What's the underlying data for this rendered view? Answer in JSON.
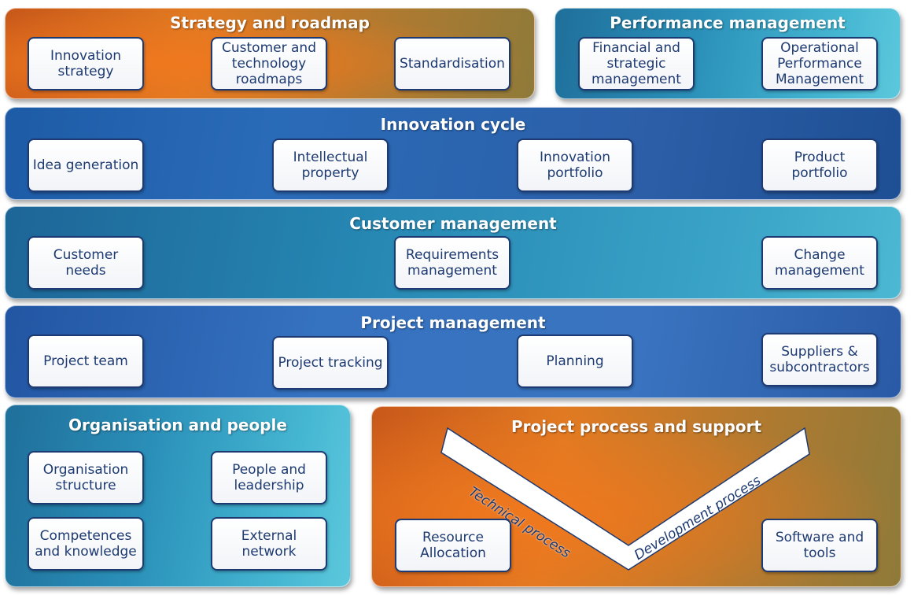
{
  "panels": {
    "strategy": {
      "title": "Strategy and roadmap",
      "items": [
        "Innovation strategy",
        "Customer and technology roadmaps",
        "Standardisation"
      ]
    },
    "performance": {
      "title": "Performance management",
      "items": [
        "Financial and strategic management",
        "Operational Performance Management"
      ]
    },
    "innovation": {
      "title": "Innovation cycle",
      "items": [
        "Idea generation",
        "Intellectual property",
        "Innovation portfolio",
        "Product portfolio"
      ]
    },
    "customer": {
      "title": "Customer management",
      "items": [
        "Customer needs",
        "Requirements management",
        "Change management"
      ]
    },
    "project": {
      "title": "Project management",
      "items": [
        "Project team",
        "Project tracking",
        "Planning",
        "Suppliers & subcontractors"
      ]
    },
    "organisation": {
      "title": "Organisation and people",
      "items": [
        "Organisation structure",
        "People and leadership",
        "Competences and knowledge",
        "External network"
      ]
    },
    "process": {
      "title": "Project process and support",
      "items": [
        "Resource Allocation",
        "Software and tools"
      ],
      "v_labels": [
        "Technical process",
        "Development process"
      ]
    }
  }
}
